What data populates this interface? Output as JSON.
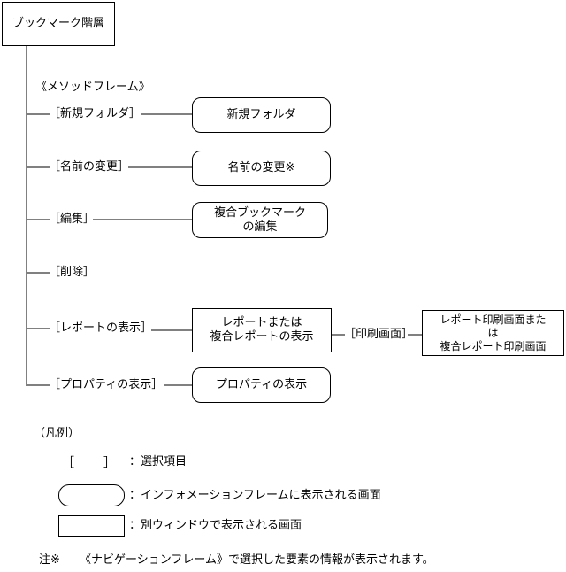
{
  "root": "ブックマーク階層",
  "method_frame": "《メソッドフレーム》",
  "items": [
    {
      "label": "［新規フォルダ］",
      "target": "新規フォルダ"
    },
    {
      "label": "［名前の変更］",
      "target": "名前の変更※"
    },
    {
      "label": "［編集］",
      "target": "複合ブックマーク\nの編集"
    },
    {
      "label": "［削除］"
    },
    {
      "label": "［レポートの表示］",
      "target": "レポートまたは\n複合レポートの表示",
      "sub_label": "［印刷画面］",
      "sub_target": "レポート印刷画面また\nは\n複合レポート印刷画面"
    },
    {
      "label": "［プロパティの表示］",
      "target": "プロパティの表示"
    }
  ],
  "legend": {
    "title": "（凡例）",
    "bracket_open": "［",
    "bracket_close": "］",
    "selection": "：選択項目",
    "info_frame": "：インフォメーションフレームに表示される画面",
    "separate_window": "：別ウィンドウで表示される画面"
  },
  "note": {
    "mark": "注※",
    "text": "《ナビゲーションフレーム》で選択した要素の情報が表示されます。"
  }
}
